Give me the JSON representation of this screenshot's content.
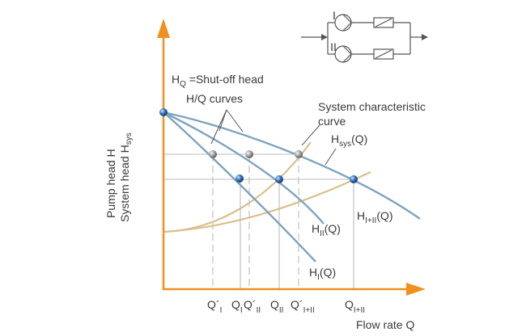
{
  "colors": {
    "axis": "#f0901e",
    "pump_curve": "#7ea4bf",
    "system_curve": "#d9c08c",
    "guide": "#b5b5b5",
    "text": "#3a3a3a",
    "node_blue": "#2f6fb8",
    "node_grey": "#9a9a9a",
    "schematic": "#555555"
  },
  "axes": {
    "y_label_line1": "Pump head H",
    "y_label_line2_main": "System head H",
    "y_label_line2_sub": "sys",
    "x_label": "Flow rate Q"
  },
  "annotations": {
    "shutoff_main": "H",
    "shutoff_sub": "Q",
    "shutoff_rest": " =Shut-off head",
    "hq_curves": "H/Q curves",
    "system_line1": "System characteristic",
    "system_line2": "curve",
    "hsys_main": "H",
    "hsys_sub": "sys",
    "hsys_rest": "(Q)"
  },
  "curve_labels": {
    "h1_main": "H",
    "h1_sub": "I",
    "h1_rest": "(Q)",
    "h2_main": "H",
    "h2_sub": "II",
    "h2_rest": "(Q)",
    "h12_main": "H",
    "h12_sub": "I+II",
    "h12_rest": "(Q)"
  },
  "x_ticks": [
    {
      "main": "Q´",
      "sub": "I"
    },
    {
      "main": "Q",
      "sub": "I"
    },
    {
      "main": "Q´",
      "sub": "II"
    },
    {
      "main": "Q",
      "sub": "II"
    },
    {
      "main": "Q´",
      "sub": "I+II"
    },
    {
      "main": "Q",
      "sub": "I+II"
    }
  ],
  "schematic": {
    "pump1_label": "I",
    "pump2_label": "II"
  }
}
